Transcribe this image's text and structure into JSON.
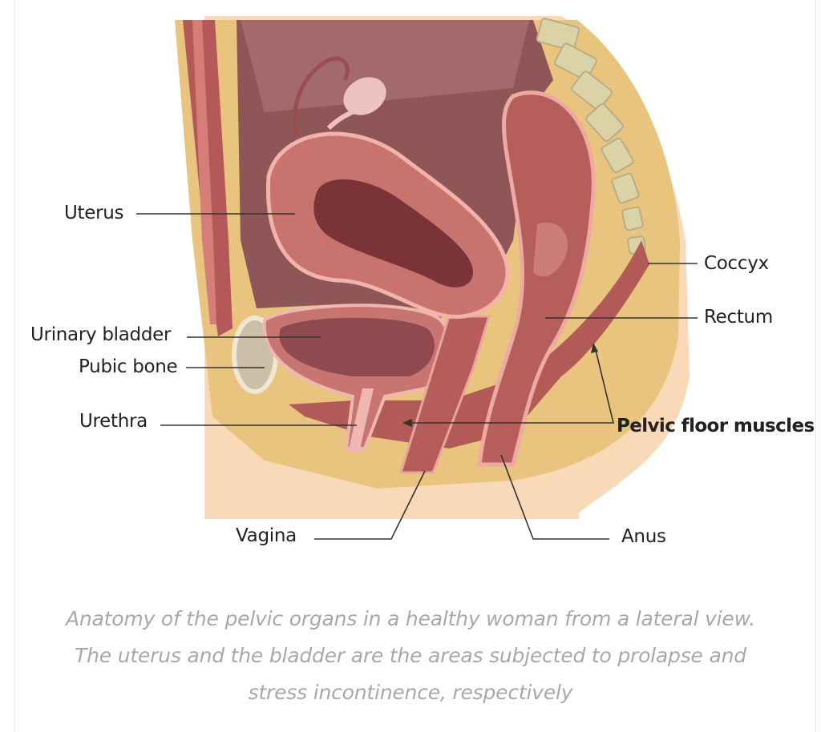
{
  "labels": {
    "uterus": "Uterus",
    "urinary_bladder": "Urinary bladder",
    "pubic_bone": "Pubic bone",
    "urethra": "Urethra",
    "vagina": "Vagina",
    "anus": "Anus",
    "coccyx": "Coccyx",
    "rectum": "Rectum",
    "pelvic_floor_muscles": "Pelvic floor muscles"
  },
  "caption": {
    "line1": "Anatomy of the pelvic organs in a healthy woman from a lateral view.",
    "line2": "The uterus and the bladder are the areas subjected to prolapse and",
    "line3": "stress incontinence, respectively"
  },
  "colors": {
    "skin": "#f9d9b8",
    "fat": "#e8c47e",
    "muscle": "#b5585a",
    "cavity": "#8f5658",
    "organ_wall": "#cf7e78",
    "caption_text": "#a8a8a8",
    "label_text": "#222222"
  }
}
